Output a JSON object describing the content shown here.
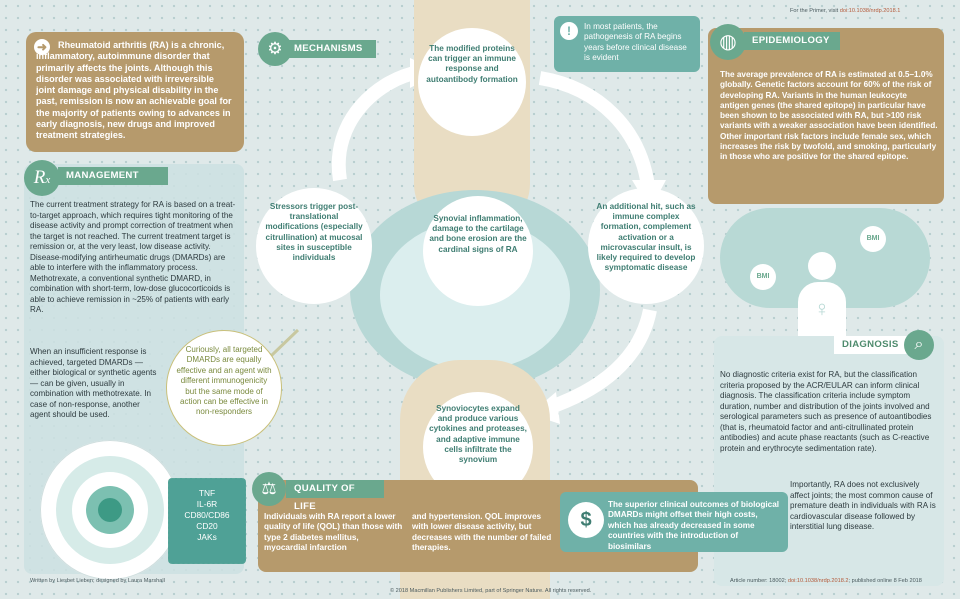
{
  "header": {
    "poster_link_prefix": "For the Primer, visit ",
    "poster_link": "doi:10.1038/nrdp.2018.1"
  },
  "intro": {
    "text": "Rheumatoid arthritis (RA) is a chronic, inflammatory, autoimmune disorder that primarily affects the joints. Although this disorder was associated with irreversible joint damage and physical disability in the past, remission is now an achievable goal for the majority of patients owing to advances in early diagnosis, new drugs and improved treatment strategies."
  },
  "mechanisms": {
    "label": "MECHANISMS",
    "top": "The modified proteins can trigger an immune response and autoantibody formation",
    "left": "Stressors trigger post-translational modifications (especially citrullination) at mucosal sites in susceptible individuals",
    "center": "Synovial inflammation, damage to the cartilage and bone erosion are the cardinal signs of RA",
    "right": "An additional hit, such as immune complex formation, complement activation or a microvascular insult, is likely required to develop symptomatic disease",
    "bottom": "Synoviocytes expand and produce various cytokines and proteases, and adaptive immune cells infiltrate the synovium"
  },
  "note": {
    "text": "In most patients, the pathogenesis of RA begins years before clinical disease is evident"
  },
  "management": {
    "label": "MANAGEMENT",
    "text1": "The current treatment strategy for RA is based on a treat-to-target approach, which requires tight monitoring of the disease activity and prompt correction of treatment when the target is not reached. The current treatment target is remission or, at the very least, low disease activity. Disease-modifying antirheumatic drugs (DMARDs) are able to interfere with the inflammatory process. Methotrexate, a conventional synthetic DMARD, in combination with short-term, low-dose glucocorticoids is able to achieve remission in ~25% of patients with early RA.",
    "text2": "When an insufficient response is achieved, targeted DMARDs — either biological or synthetic agents — can be given, usually in combination with methotrexate. In case of non-response, another agent should be used.",
    "quote": "Curiously, all targeted DMARDs are equally effective and an agent with different immunogenicity but the same mode of action can be effective in non-responders",
    "drugs": [
      "TNF",
      "IL-6R",
      "CD80/CD86",
      "CD20",
      "JAKs"
    ]
  },
  "epidemiology": {
    "label": "EPIDEMIOLOGY",
    "text": "The average prevalence of RA is estimated at 0.5–1.0% globally. Genetic factors account for 60% of the risk of developing RA. Variants in the human leukocyte antigen genes (the shared epitope) in particular have been shown to be associated with RA, but >100 risk variants with a weaker association have been identified. Other important risk factors include female sex, which increases the risk by twofold, and smoking, particularly in those who are positive for the shared epitope.",
    "bmi1": "BMI",
    "bmi2": "BMI"
  },
  "diagnosis": {
    "label": "DIAGNOSIS",
    "text1": "No diagnostic criteria exist for RA, but the classification criteria proposed by the ACR/EULAR can inform clinical diagnosis. The classification criteria include symptom duration, number and distribution of the joints involved and serological parameters such as presence of autoantibodies (that is, rheumatoid factor and anti-citrullinated protein antibodies) and acute phase reactants (such as C-reactive protein and erythrocyte sedimentation rate).",
    "text2": "Importantly, RA does not exclusively affect joints; the most common cause of premature death in individuals with RA is cardiovascular disease followed by interstitial lung disease."
  },
  "quality_of_life": {
    "label": "QUALITY OF LIFE",
    "text1": "Individuals with RA report a lower quality of life (QOL) than those with type 2 diabetes mellitus, myocardial infarction",
    "text2": "and hypertension. QOL improves with lower disease activity, but decreases with the number of failed therapies.",
    "cost": "The superior clinical outcomes of biological DMARDs might offset their high costs, which has already decreased in some countries with the introduction of biosimilars",
    "dollar": "$"
  },
  "footer": {
    "credits": "Written by Liesbet Lieben; designed by Laura Marshall",
    "copyright": "© 2018 Macmillan Publishers Limited, part of Springer Nature. All rights reserved.",
    "article_prefix": "Article number: 18002; ",
    "article_doi": "doi:10.1038/nrdp.2018.2",
    "article_suffix": "; published online 8 Feb 2018"
  }
}
